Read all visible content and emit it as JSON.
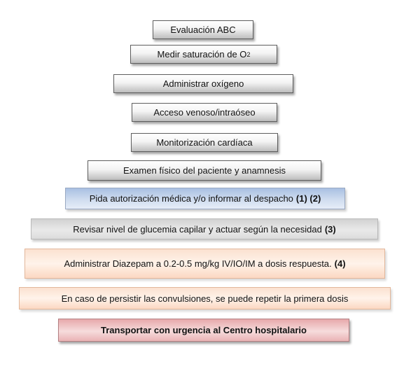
{
  "steps": [
    {
      "text": "Evaluación ABC"
    },
    {
      "text": "Medir saturación de O",
      "sub": "2"
    },
    {
      "text": "Administrar oxígeno"
    },
    {
      "text": "Acceso venoso/intraóseo"
    },
    {
      "text": "Monitorización cardíaca"
    },
    {
      "text": "Examen físico del paciente y anamnesis"
    },
    {
      "text": "Pida autorización médica y/o informar al despacho",
      "bold": "(1) (2)"
    },
    {
      "text": "Revisar nivel de glucemia capilar y actuar según la necesidad",
      "bold": "(3)"
    },
    {
      "text": "Administrar Diazepam a 0.2-0.5 mg/kg IV/IO/IM a dosis respuesta.",
      "bold": "(4)"
    },
    {
      "text": "En caso de persistir las convulsiones, se puede repetir la primera dosis"
    },
    {
      "text": "Transportar con urgencia al Centro hospitalario"
    }
  ]
}
